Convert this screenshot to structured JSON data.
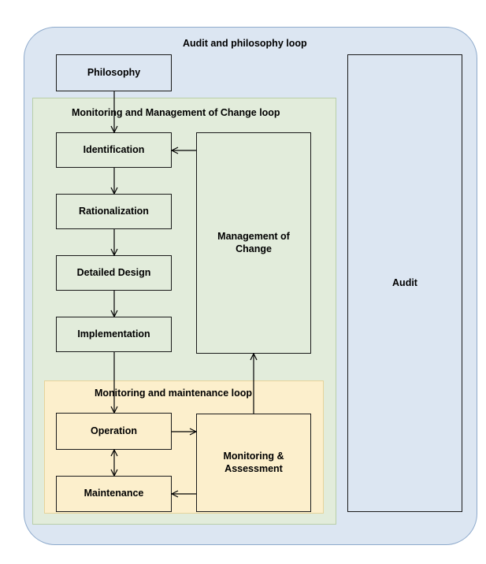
{
  "loops": {
    "audit_philosophy": "Audit and philosophy loop",
    "moc": "Monitoring and Management of Change loop",
    "maintenance": "Monitoring and maintenance loop"
  },
  "boxes": {
    "philosophy": "Philosophy",
    "identification": "Identification",
    "rationalization": "Rationalization",
    "detailed_design": "Detailed Design",
    "implementation": "Implementation",
    "management_of_change": "Management of Change",
    "operation": "Operation",
    "maintenance": "Maintenance",
    "monitoring_assessment": "Monitoring & Assessment",
    "audit": "Audit"
  }
}
